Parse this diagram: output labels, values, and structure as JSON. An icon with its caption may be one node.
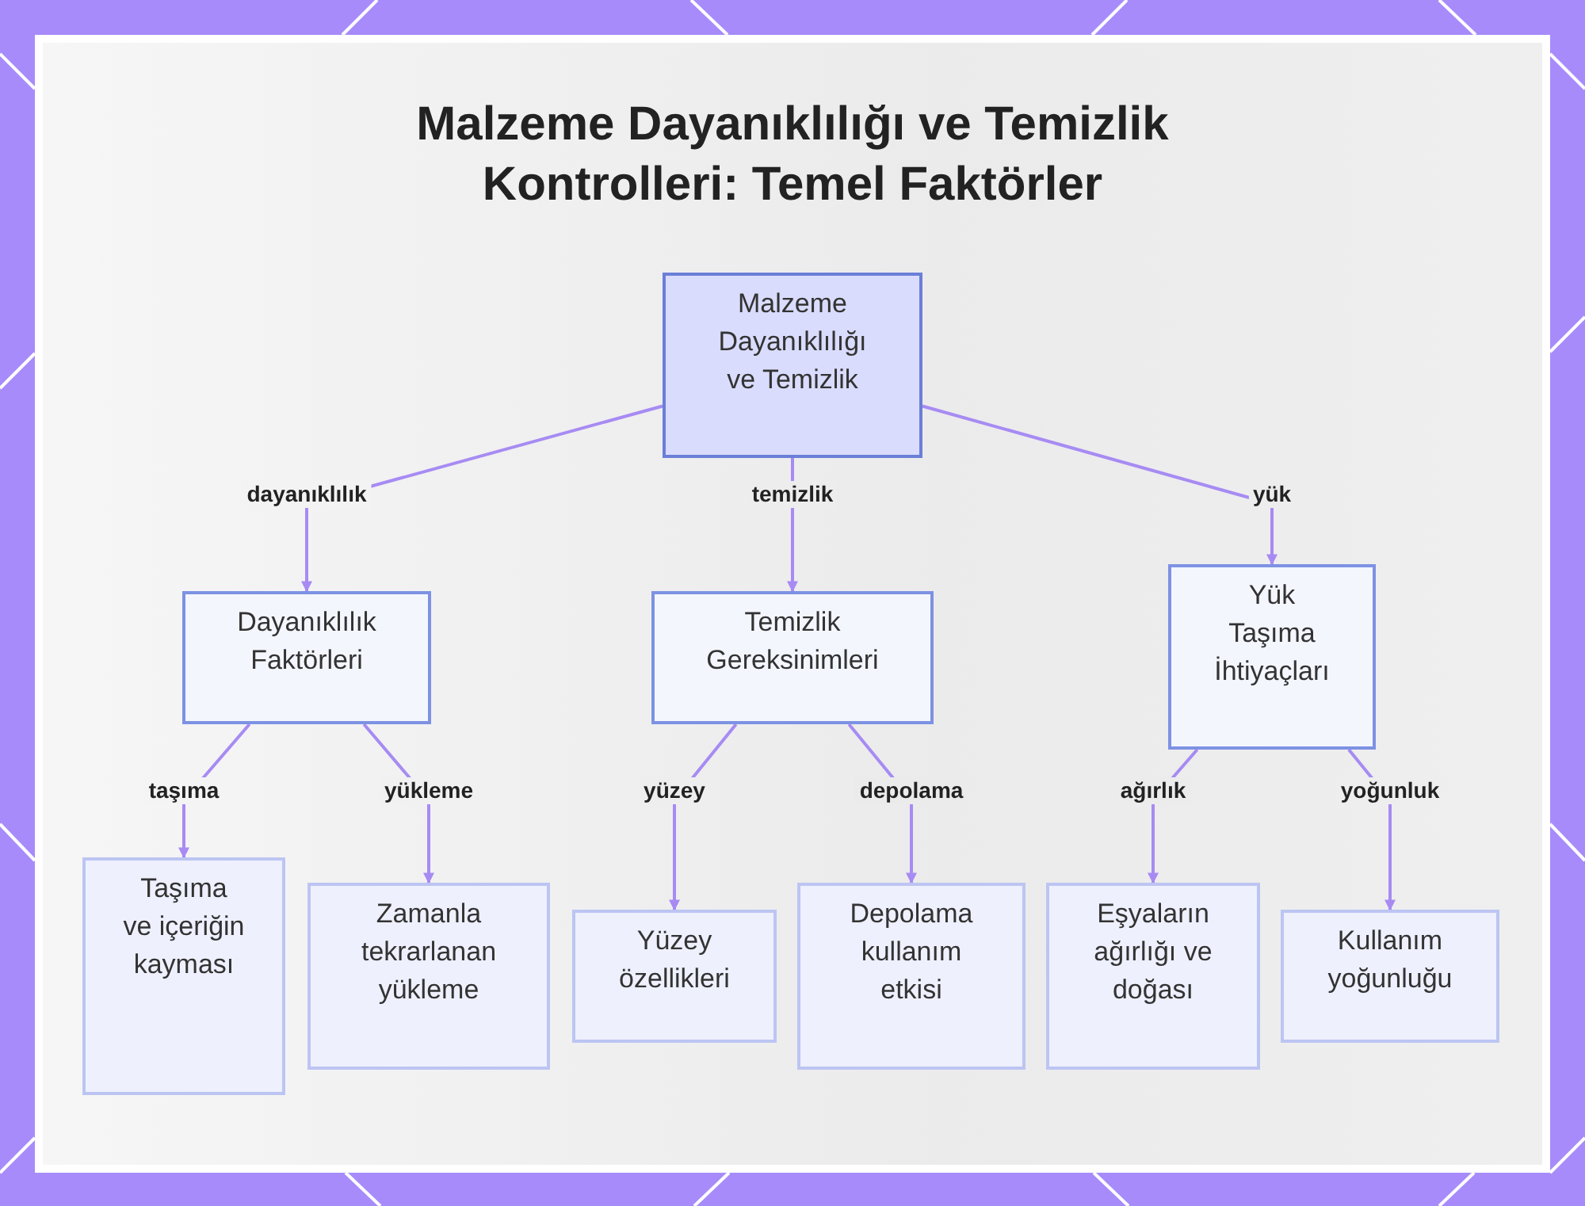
{
  "diagram": {
    "title": "Malzeme Dayanıklılığı ve Temizlik Kontrolleri: Temel Faktörler",
    "nodes": [
      {
        "text": [
          "Malzeme Dayanıklılığı ve Temizlik"
        ]
      },
      {
        "text": [
          "Dayanıklılık Faktörleri"
        ]
      },
      {
        "text": [
          "Temizlik Gereksinimleri"
        ]
      },
      {
        "text": [
          "Yük Taşıma İhtiyaçları"
        ]
      },
      {
        "text": [
          "Taşıma ve içeriğin kayması"
        ]
      },
      {
        "text": [
          "Zamanla tekrarlanan yükleme"
        ]
      },
      {
        "text": [
          "Yüzey özellikleri"
        ]
      },
      {
        "text": [
          "Depolama kullanım etkisi"
        ]
      },
      {
        "text": [
          "Eşyaların ağırlığı ve doğası"
        ]
      },
      {
        "text": [
          "Kullanım yoğunluğu"
        ]
      }
    ],
    "edges": [
      {
        "from": 0,
        "to": 1,
        "arrow": "to",
        "label": "dayanıklılık"
      },
      {
        "from": 0,
        "to": 2,
        "arrow": "to",
        "label": "temizlik"
      },
      {
        "from": 0,
        "to": 3,
        "arrow": "to",
        "label": "yük"
      },
      {
        "from": 1,
        "to": 4,
        "arrow": "to",
        "label": "taşıma"
      },
      {
        "from": 1,
        "to": 5,
        "arrow": "to",
        "label": "yükleme"
      },
      {
        "from": 2,
        "to": 6,
        "arrow": "to",
        "label": "yüzey"
      },
      {
        "from": 2,
        "to": 7,
        "arrow": "to",
        "label": "depolama"
      },
      {
        "from": 3,
        "to": 8,
        "arrow": "to",
        "label": "ağırlık"
      },
      {
        "from": 3,
        "to": 9,
        "arrow": "to",
        "label": "yoğunluk"
      }
    ]
  }
}
